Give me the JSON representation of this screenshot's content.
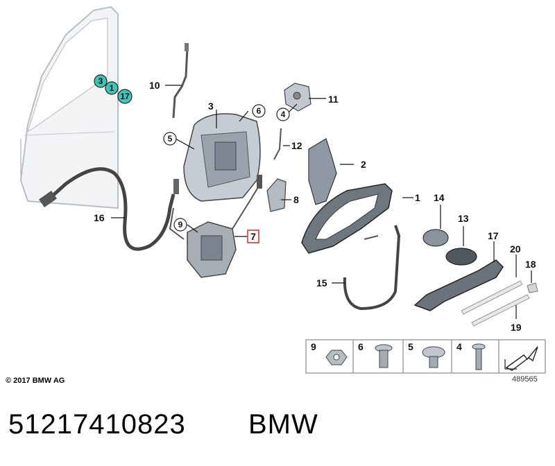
{
  "callouts": [
    {
      "num": "1"
    },
    {
      "num": "2"
    },
    {
      "num": "3"
    },
    {
      "num": "4"
    },
    {
      "num": "5"
    },
    {
      "num": "6"
    },
    {
      "num": "7"
    },
    {
      "num": "8"
    },
    {
      "num": "9"
    },
    {
      "num": "10"
    },
    {
      "num": "11"
    },
    {
      "num": "12"
    },
    {
      "num": "13"
    },
    {
      "num": "14"
    },
    {
      "num": "15"
    },
    {
      "num": "16"
    },
    {
      "num": "17"
    },
    {
      "num": "18"
    },
    {
      "num": "19"
    },
    {
      "num": "20"
    }
  ],
  "door_markers": [
    {
      "num": "3"
    },
    {
      "num": "1"
    },
    {
      "num": "17"
    }
  ],
  "hardware_table": [
    {
      "num": "9"
    },
    {
      "num": "6"
    },
    {
      "num": "5"
    },
    {
      "num": "4"
    }
  ],
  "highlight_color": "#e83030",
  "marker_color": "#3cc6b8",
  "copyright": "© 2017 BMW AG",
  "image_number": "489565",
  "part_number": "51217410823",
  "brand": "BMW"
}
